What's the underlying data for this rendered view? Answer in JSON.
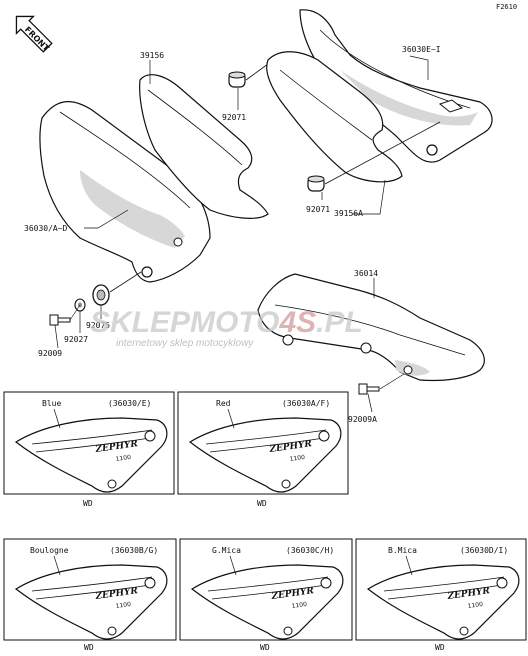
{
  "figure_code": "F2610",
  "front_label": "FRONT",
  "callouts": {
    "p39156": "39156",
    "p36030e": "36030E~I",
    "p92071a": "92071",
    "p92071b": "92071",
    "p39156a": "39156A",
    "p36030a": "36030/A~D",
    "p92075": "92075",
    "p92027": "92027",
    "p92009": "92009",
    "p36014": "36014",
    "p92009a": "92009A"
  },
  "watermark": {
    "brand_main": "SKLEPMOTO",
    "brand_accent": "4S",
    "brand_tld": ".PL",
    "tagline": "internetowy sklep motocyklowy"
  },
  "variants": [
    {
      "color": "Blue",
      "code": "(36030/E)",
      "market": "WD"
    },
    {
      "color": "Red",
      "code": "(36030A/F)",
      "market": "WD"
    },
    {
      "color": "Boulogne",
      "code": "(36030B/G)",
      "market": "WD"
    },
    {
      "color": "G.Mica",
      "code": "(36030C/H)",
      "market": "WD"
    },
    {
      "color": "B.Mica",
      "code": "(36030D/I)",
      "market": "WD"
    }
  ],
  "decal_text": {
    "model": "ZEPHYR",
    "size": "1100"
  },
  "colors": {
    "line": "#111111",
    "watermark": "#c9c9c9"
  }
}
